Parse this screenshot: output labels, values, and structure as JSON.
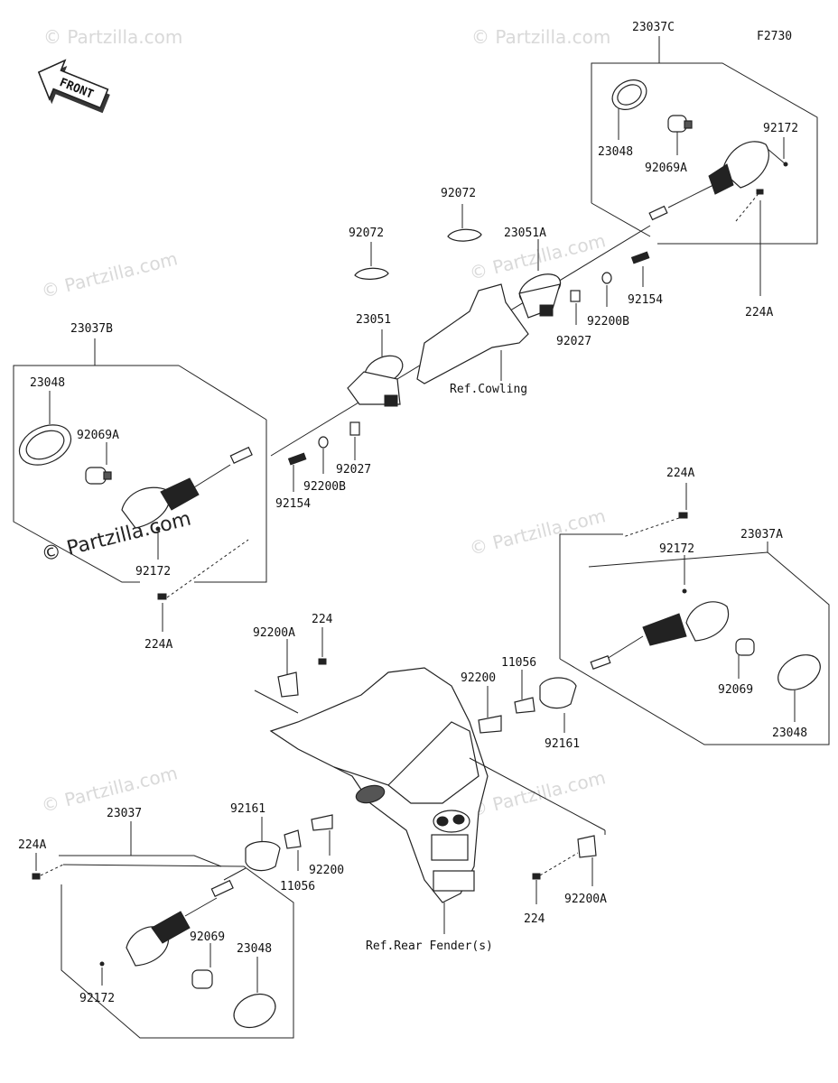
{
  "diagram_code": "F2730",
  "front_label": "FRONT",
  "watermark": "© Partzilla.com",
  "refs": {
    "cowling": "Ref.Cowling",
    "rear_fender": "Ref.Rear Fender(s)"
  },
  "labels": {
    "23037C": "23037C",
    "23048_c": "23048",
    "92069A_c": "92069A",
    "92172_c": "92172",
    "224A_c": "224A",
    "92072_a": "92072",
    "92072_b": "92072",
    "23051A": "23051A",
    "92154_r": "92154",
    "92200B_r": "92200B",
    "92027_r": "92027",
    "23051": "23051",
    "23037B": "23037B",
    "23048_b": "23048",
    "92069A_b": "92069A",
    "92027_l": "92027",
    "92200B_l": "92200B",
    "92154_l": "92154",
    "92172_b": "92172",
    "224A_b": "224A",
    "224A_a": "224A",
    "23037A": "23037A",
    "92172_a": "92172",
    "92069_a": "92069",
    "23048_a": "23048",
    "224_top": "224",
    "92200A_top": "92200A",
    "92200_mid": "92200",
    "11056_mid": "11056",
    "92161_mid": "92161",
    "23037": "23037",
    "224A_d": "224A",
    "92161_low": "92161",
    "92200_low": "92200",
    "11056_low": "11056",
    "92069_d": "92069",
    "23048_d": "23048",
    "92172_d": "92172",
    "224_low": "224",
    "92200A_low": "92200A"
  }
}
